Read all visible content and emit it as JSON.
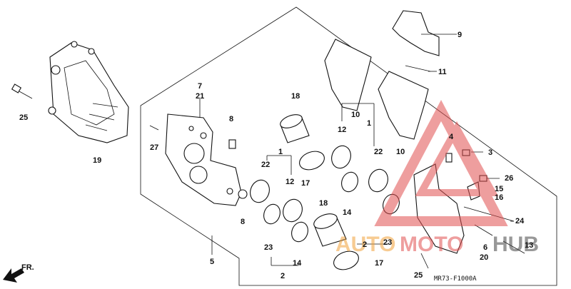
{
  "diagram": {
    "code": "MR73-F1000A",
    "direction": "FR.",
    "watermark": {
      "left": "AUTO",
      "mid": "MOTO",
      "right": "HUB"
    },
    "callouts": [
      {
        "id": "c25a",
        "text": "25"
      },
      {
        "id": "c19",
        "text": "19"
      },
      {
        "id": "c7",
        "text": "7"
      },
      {
        "id": "c21",
        "text": "21"
      },
      {
        "id": "c27",
        "text": "27"
      },
      {
        "id": "c8a",
        "text": "8"
      },
      {
        "id": "c8b",
        "text": "8"
      },
      {
        "id": "c5",
        "text": "5"
      },
      {
        "id": "c18a",
        "text": "18"
      },
      {
        "id": "c18b",
        "text": "18"
      },
      {
        "id": "c1a",
        "text": "1"
      },
      {
        "id": "c1b",
        "text": "1"
      },
      {
        "id": "c22a",
        "text": "22"
      },
      {
        "id": "c22b",
        "text": "22"
      },
      {
        "id": "c12a",
        "text": "12"
      },
      {
        "id": "c12b",
        "text": "12"
      },
      {
        "id": "c17a",
        "text": "17"
      },
      {
        "id": "c17b",
        "text": "17"
      },
      {
        "id": "c14a",
        "text": "14"
      },
      {
        "id": "c14b",
        "text": "14"
      },
      {
        "id": "c23a",
        "text": "23"
      },
      {
        "id": "c23b",
        "text": "23"
      },
      {
        "id": "c2a",
        "text": "2"
      },
      {
        "id": "c2b",
        "text": "2"
      },
      {
        "id": "c10a",
        "text": "10"
      },
      {
        "id": "c10b",
        "text": "10"
      },
      {
        "id": "c9",
        "text": "9"
      },
      {
        "id": "c11",
        "text": "11"
      },
      {
        "id": "c4",
        "text": "4"
      },
      {
        "id": "c3",
        "text": "3"
      },
      {
        "id": "c26",
        "text": "26"
      },
      {
        "id": "c15",
        "text": "15"
      },
      {
        "id": "c16",
        "text": "16"
      },
      {
        "id": "c24",
        "text": "24"
      },
      {
        "id": "c6",
        "text": "6"
      },
      {
        "id": "c20",
        "text": "20"
      },
      {
        "id": "c13",
        "text": "13"
      },
      {
        "id": "c25b",
        "text": "25"
      }
    ]
  }
}
